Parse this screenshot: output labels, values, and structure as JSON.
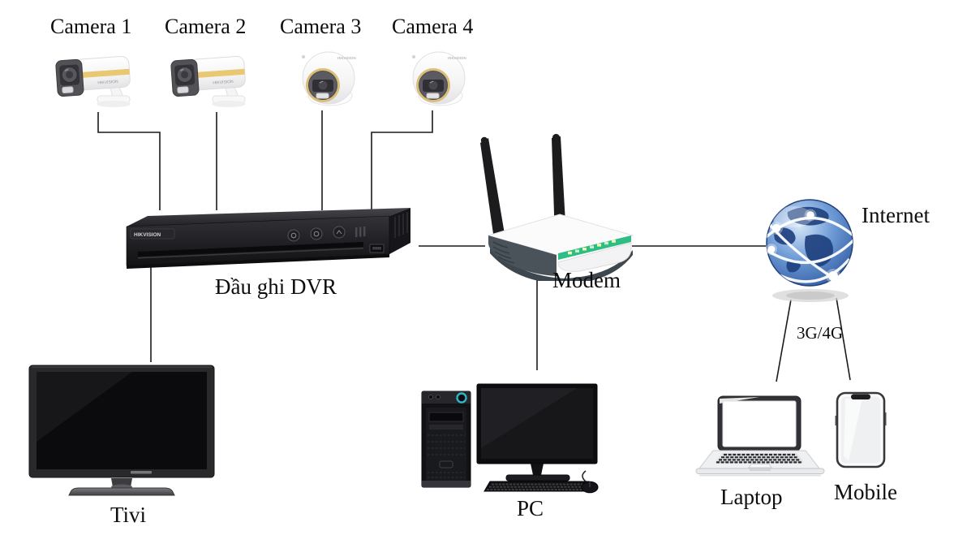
{
  "diagram": {
    "nodes": {
      "camera1": {
        "label": "Camera 1",
        "brand": "HIKVISION",
        "type": "bullet-camera"
      },
      "camera2": {
        "label": "Camera 2",
        "brand": "HIKVISION",
        "type": "bullet-camera"
      },
      "camera3": {
        "label": "Camera 3",
        "brand": "HIKVISION",
        "type": "dome-camera"
      },
      "camera4": {
        "label": "Camera 4",
        "brand": "HIKVISION",
        "type": "dome-camera"
      },
      "dvr": {
        "label": "Đầu ghi DVR",
        "brand": "HIKVISION"
      },
      "modem": {
        "label": "Modem"
      },
      "internet": {
        "label": "Internet"
      },
      "tivi": {
        "label": "Tivi"
      },
      "pc": {
        "label": "PC"
      },
      "laptop": {
        "label": "Laptop"
      },
      "mobile": {
        "label": "Mobile"
      }
    },
    "edges": [
      {
        "from": "camera1",
        "to": "dvr"
      },
      {
        "from": "camera2",
        "to": "dvr"
      },
      {
        "from": "camera3",
        "to": "dvr"
      },
      {
        "from": "camera4",
        "to": "dvr"
      },
      {
        "from": "dvr",
        "to": "modem"
      },
      {
        "from": "modem",
        "to": "internet"
      },
      {
        "from": "dvr",
        "to": "tivi"
      },
      {
        "from": "modem",
        "to": "pc"
      },
      {
        "from": "internet",
        "to": "laptop",
        "label": "3G/4G"
      },
      {
        "from": "internet",
        "to": "mobile",
        "label": "3G/4G"
      }
    ],
    "colors": {
      "line": "#1a1a1a",
      "camera_stripe": "#e9c872",
      "dome_ring": "#d9bd78",
      "modem_led_strip": "#2ebd86",
      "globe_blue": "#2b539c",
      "device_dark": "#1d1d20"
    }
  }
}
